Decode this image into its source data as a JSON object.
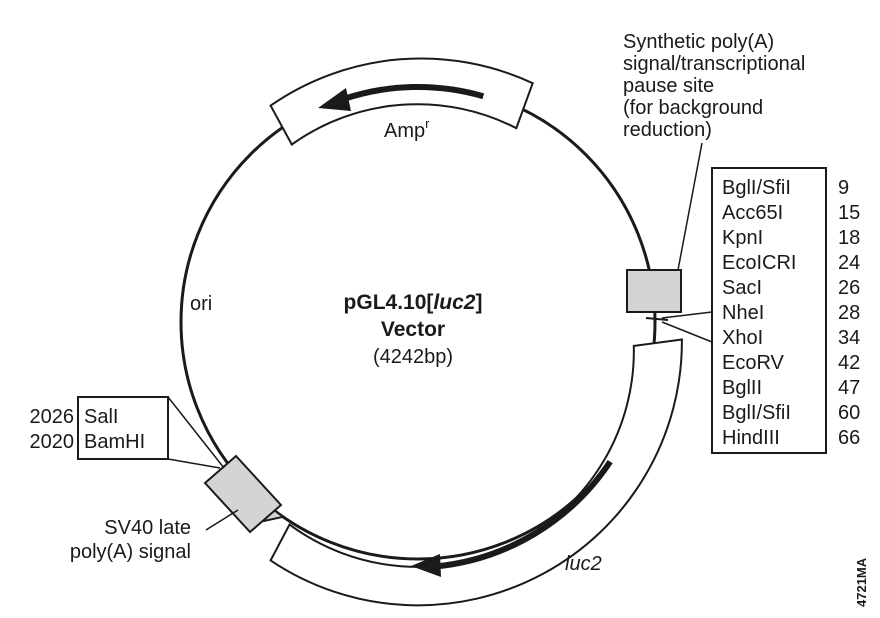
{
  "plasmid": {
    "name_prefix": "pGL4.10[",
    "name_gene": "luc2",
    "name_suffix": "]",
    "vector_label": "Vector",
    "size_label": "(4242bp)"
  },
  "features": {
    "amp": {
      "label": "Amp",
      "superscript": "r"
    },
    "ori": {
      "label": "ori"
    },
    "luc2": {
      "label": "luc2"
    },
    "sv40": {
      "line1": "SV40 late",
      "line2": "poly(A) signal"
    },
    "synthetic_polya": {
      "lines": [
        "Synthetic poly(A)",
        "signal/transcriptional",
        "pause site",
        "(for background",
        "reduction)"
      ]
    }
  },
  "mcs_sites": [
    {
      "enzyme": "BglI/SfiI",
      "position": "9"
    },
    {
      "enzyme": "Acc65I",
      "position": "15"
    },
    {
      "enzyme": "KpnI",
      "position": "18"
    },
    {
      "enzyme": "EcoICRI",
      "position": "24"
    },
    {
      "enzyme": "SacI",
      "position": "26"
    },
    {
      "enzyme": "NheI",
      "position": "28"
    },
    {
      "enzyme": "XhoI",
      "position": "34"
    },
    {
      "enzyme": "EcoRV",
      "position": "42"
    },
    {
      "enzyme": "BglII",
      "position": "47"
    },
    {
      "enzyme": "BglI/SfiI",
      "position": "60"
    },
    {
      "enzyme": "HindIII",
      "position": "66"
    }
  ],
  "left_sites": [
    {
      "position": "2026",
      "enzyme": "SalI"
    },
    {
      "position": "2020",
      "enzyme": "BamHI"
    }
  ],
  "figure_id": "4721MA",
  "colors": {
    "line": "#1a1a1a",
    "feature_fill": "#d4d4d4",
    "background": "#ffffff"
  }
}
